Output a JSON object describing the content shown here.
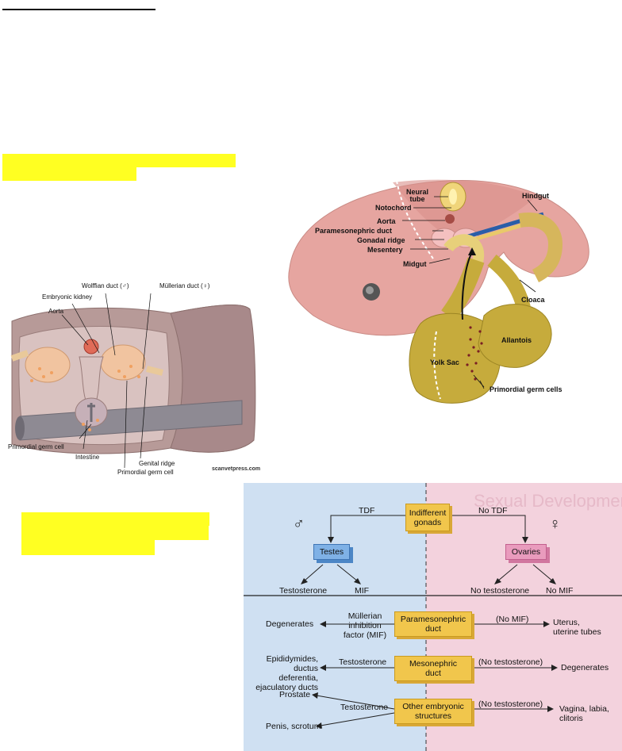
{
  "figure1": {
    "labels": {
      "neural_tube": "Neural\ntube",
      "notochord": "Notochord",
      "aorta": "Aorta",
      "paramesonephric_duct": "Paramesonephric duct",
      "gonadal_ridge": "Gonadal ridge",
      "mesentery": "Mesentery",
      "midgut": "Midgut",
      "hindgut": "Hindgut",
      "cloaca": "Cloaca",
      "allantois": "Allantois",
      "yolk_sac": "Yolk Sac",
      "primordial_germ_cells": "Primordial germ cells"
    }
  },
  "figure2": {
    "labels": {
      "wolffian_duct": "Wolffian duct (♂)",
      "mullerian_duct": "Müllerian duct (♀)",
      "embryonic_kidney": "Embryonic kidney",
      "aorta": "Aorta",
      "primordial_germ_cell_1": "Primordial germ cell",
      "intestine": "Intestine",
      "genital_ridge": "Genital ridge",
      "primordial_germ_cell_2": "Primordial germ cell",
      "credit": "scanvetpress.com"
    }
  },
  "figure3": {
    "header_text": "Sexual Development",
    "top": {
      "indifferent_gonads": "Indifferent\ngonads",
      "tdf": "TDF",
      "no_tdf": "No TDF",
      "male_symbol": "♂",
      "female_symbol": "♀",
      "testes": "Testes",
      "ovaries": "Ovaries",
      "testosterone": "Testosterone",
      "mif": "MIF",
      "no_testosterone": "No testosterone",
      "no_mif": "No MIF"
    },
    "rows": [
      {
        "box": "Paramesonephric\nduct",
        "left_result": "Degenerates",
        "left_condition": "Müllerian\ninhibition\nfactor (MIF)",
        "right_condition": "(No MIF)",
        "right_result": "Uterus,\nuterine tubes"
      },
      {
        "box": "Mesonephric\nduct",
        "left_result": "Epididymides,\nductus deferentia,\nejaculatory ducts",
        "left_condition": "Testosterone",
        "right_condition": "(No testosterone)",
        "right_result": "Degenerates"
      },
      {
        "box": "Other embryonic\nstructures",
        "left_result_top": "Prostate",
        "left_result_bottom": "Penis, scrotum",
        "left_condition": "Testosterone",
        "right_condition": "(No testosterone)",
        "right_result": "Vagina, labia,\nclitoris"
      }
    ]
  },
  "colors": {
    "highlight": "#ffff22",
    "male_panel": "#cfe0f2",
    "female_panel": "#f3d2dd",
    "testes_box": "#7fb1e6",
    "ovaries_box": "#e99bbd",
    "yellow_box": "#f1c64c",
    "embryo_skin": "#e6a5a0",
    "yolk_sac": "#c6ab3c"
  }
}
